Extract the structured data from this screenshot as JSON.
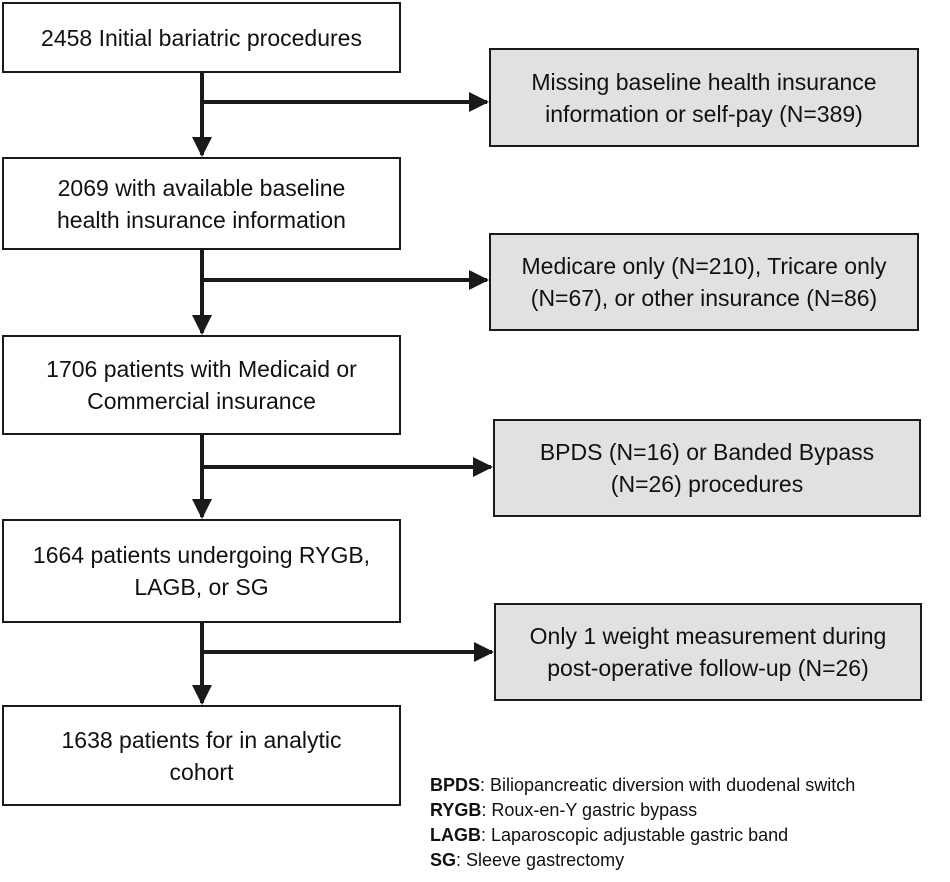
{
  "flow": {
    "main_boxes": [
      {
        "lines": [
          "2458 Initial bariatric procedures"
        ]
      },
      {
        "lines": [
          "2069 with available baseline",
          "health insurance information"
        ]
      },
      {
        "lines": [
          "1706 patients with Medicaid or",
          "Commercial insurance"
        ]
      },
      {
        "lines": [
          "1664 patients undergoing RYGB,",
          "LAGB, or SG"
        ]
      },
      {
        "lines": [
          "1638 patients for in analytic",
          "cohort"
        ]
      }
    ],
    "exclusion_boxes": [
      {
        "lines": [
          "Missing baseline health insurance",
          "information or self-pay (N=389)"
        ]
      },
      {
        "lines": [
          "Medicare only (N=210), Tricare only",
          "(N=67), or other insurance (N=86)"
        ]
      },
      {
        "lines": [
          "BPDS (N=16) or Banded Bypass",
          "(N=26) procedures"
        ]
      },
      {
        "lines": [
          "Only 1 weight measurement during",
          "post-operative follow-up (N=26)"
        ]
      }
    ]
  },
  "legend": [
    {
      "term": "BPDS",
      "definition": ": Biliopancreatic diversion with duodenal switch"
    },
    {
      "term": "RYGB",
      "definition": ": Roux-en-Y gastric bypass"
    },
    {
      "term": "LAGB",
      "definition": ": Laparoscopic adjustable gastric band"
    },
    {
      "term": "SG",
      "definition": ": Sleeve gastrectomy"
    }
  ],
  "colors": {
    "main_fill": "#ffffff",
    "exclusion_fill": "#e1e1e1",
    "stroke": "#1a1a1a"
  }
}
